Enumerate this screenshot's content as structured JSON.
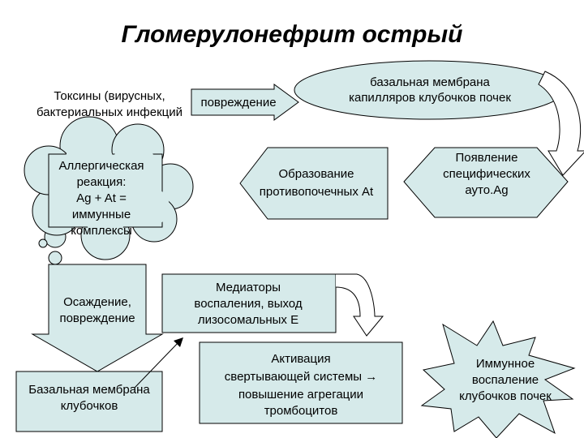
{
  "title": "Гломерулонефрит острый",
  "colors": {
    "fill": "#d6eaea",
    "stroke": "#000000",
    "background": "#ffffff"
  },
  "nodes": {
    "toxins": [
      "Токсины (вирусных,",
      "бактериальных инфекций"
    ],
    "damage_arrow": "повреждение",
    "basal_membrane_capillaries": [
      "базальная мембрана",
      "капилляров клубочков почек"
    ],
    "allergic_reaction": [
      "Аллергическая",
      "реакция:",
      "Ag + At =",
      "иммунные",
      "комплексы"
    ],
    "antirenal_at": [
      "Образование",
      "противопочечных At"
    ],
    "auto_ag": [
      "Появление",
      "специфических",
      "ауто.Ag"
    ],
    "deposition_arrow": [
      "Осаждение,",
      "повреждение"
    ],
    "mediators": [
      "Медиаторы",
      "воспаления, выход",
      "лизосомальных Е"
    ],
    "basal_membrane_glomeruli": [
      "Базальная мембрана",
      "клубочков"
    ],
    "coagulation": [
      "Активация",
      "свертывающей системы →",
      "повышение агрегации",
      "тромбоцитов"
    ],
    "immune_inflammation": [
      "Иммунное",
      "воспаление",
      "клубочков почек"
    ]
  }
}
